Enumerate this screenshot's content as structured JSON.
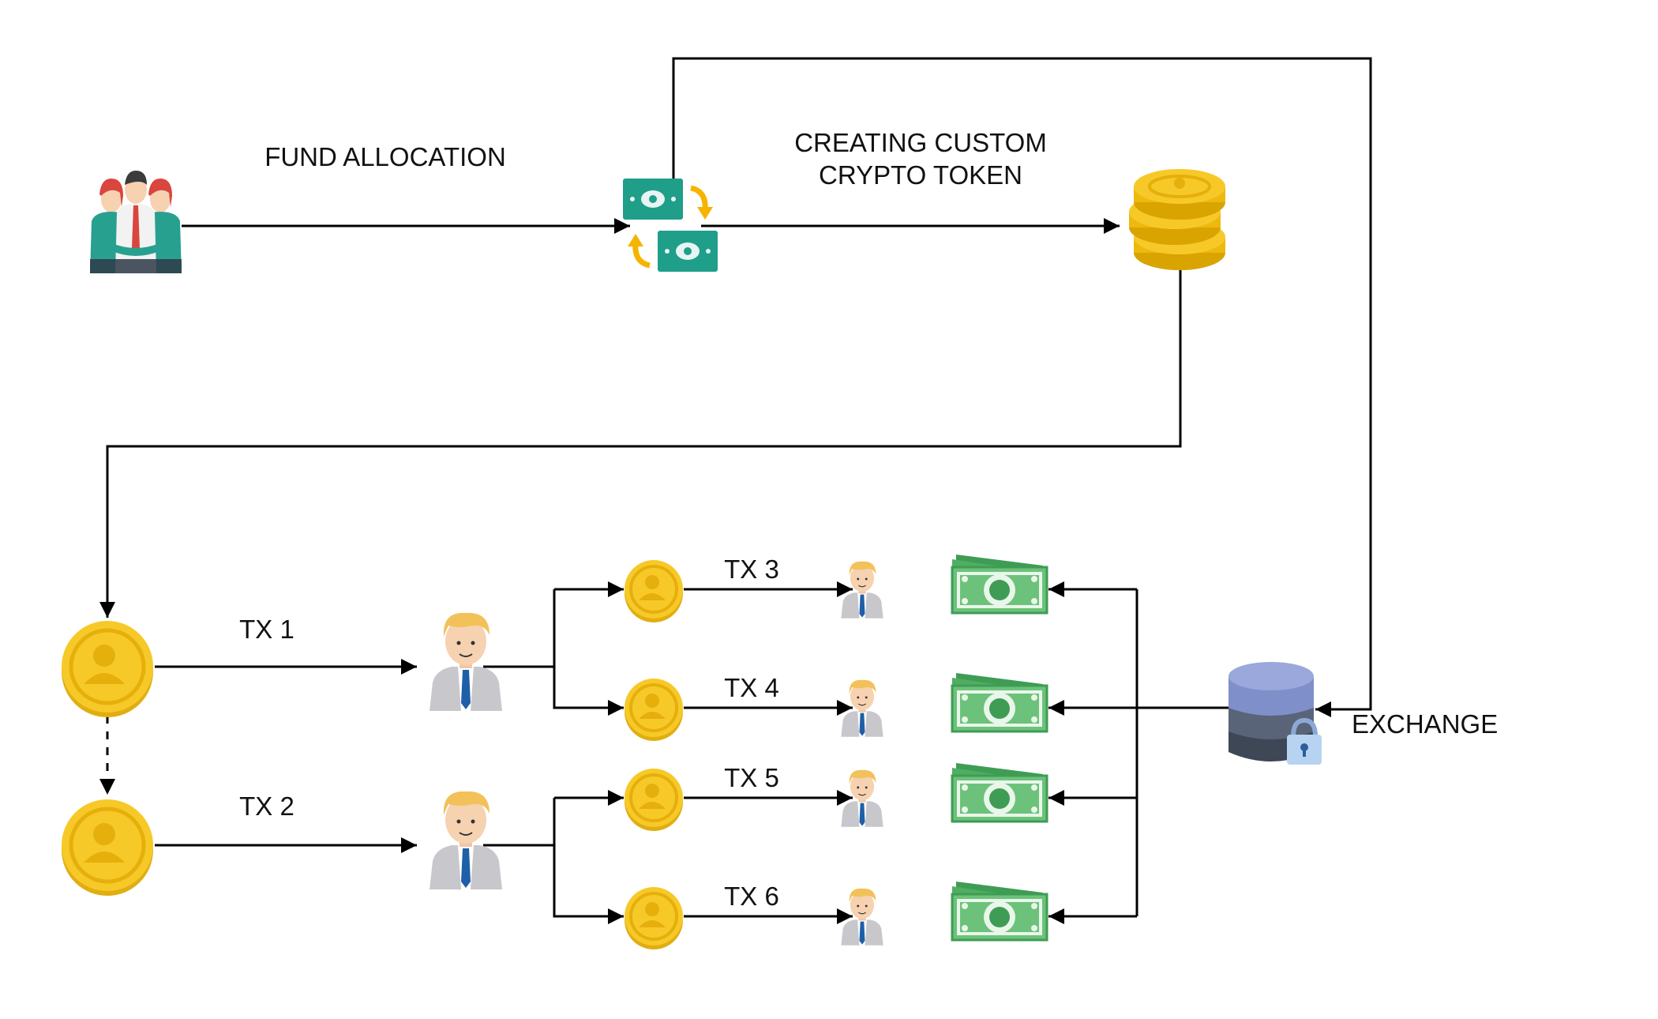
{
  "labels": {
    "fund_allocation": "FUND ALLOCATION",
    "custom_token_line1": "CREATING CUSTOM",
    "custom_token_line2": "CRYPTO TOKEN",
    "exchange": "EXCHANGE",
    "tx1": "TX 1",
    "tx2": "TX 2",
    "tx3": "TX 3",
    "tx4": "TX 4",
    "tx5": "TX 5",
    "tx6": "TX 6"
  },
  "icons": {
    "founders": "people-group-icon",
    "allocation": "money-exchange-icon",
    "token_stack": "coin-stack-icon",
    "root_coin": "gold-coin-icon",
    "user": "user-avatar-icon",
    "cash": "cash-bundle-icon",
    "exchange": "database-lock-icon"
  },
  "colors": {
    "line": "#000000",
    "gold": "#F5C518",
    "gold_dark": "#D9A400",
    "teal": "#1F9E8A",
    "cash_green": "#5FB86A",
    "db_blue": "#7F8FC9",
    "db_dark": "#3E4756"
  }
}
